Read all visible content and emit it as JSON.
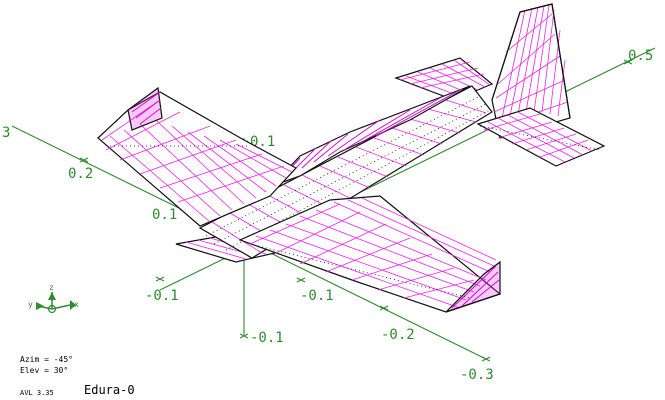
{
  "view": {
    "azimuth_label": "Azim = -45°",
    "elevation_label": "Elev = 30°"
  },
  "app": {
    "version_label": "AVL 3.35",
    "case_title": "Edura-0"
  },
  "axes": {
    "x_ticks": [
      "0.2",
      "0.1",
      "-0.1",
      "-0.1",
      "-0.2",
      "-0.3"
    ],
    "y_ticks": [
      "0.1",
      "-0.1"
    ],
    "right_tick": "0.5",
    "left_tick": "3"
  },
  "triad": {
    "x_label": "x",
    "y_label": "y",
    "z_label": "z"
  },
  "colors": {
    "mesh": "#ee22ee",
    "axes": "#2e8b2e",
    "outline": "#111111"
  }
}
